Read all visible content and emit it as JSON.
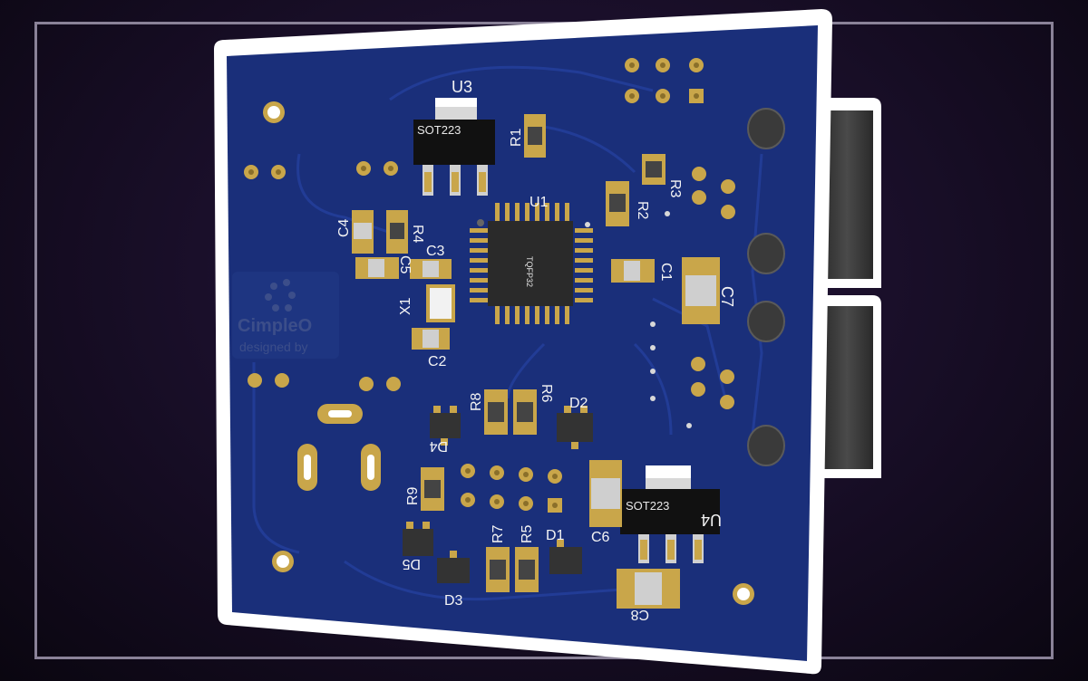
{
  "board": {
    "colors": {
      "solder_mask": "#1a2f7a",
      "trace": "#1e3a94",
      "pad_gold": "#c9a64a",
      "silkscreen": "#f4f4f4",
      "outline": "#ffffff",
      "connector": "#3a3a3a"
    },
    "logo": {
      "brand": "CimpleO",
      "tagline": "designed by"
    },
    "silkscreen": {
      "u3": "U3",
      "u1": "U1",
      "u4": "U4",
      "r1": "R1",
      "r2": "R2",
      "r3": "R3",
      "r4": "R4",
      "r5": "R5",
      "r6": "R6",
      "r7": "R7",
      "r8": "R8",
      "r9": "R9",
      "c1": "C1",
      "c2": "C2",
      "c3": "C3",
      "c4": "C4",
      "c5": "C5",
      "c6": "C6",
      "c7": "C7",
      "c8": "C8",
      "x1": "X1",
      "d1": "D1",
      "d2": "D2",
      "d3": "D3",
      "d4": "D4",
      "d5": "D5"
    },
    "chips": {
      "u3_package": "SOT223",
      "u4_package": "SOT223",
      "u1_package": "TQFP32"
    }
  }
}
